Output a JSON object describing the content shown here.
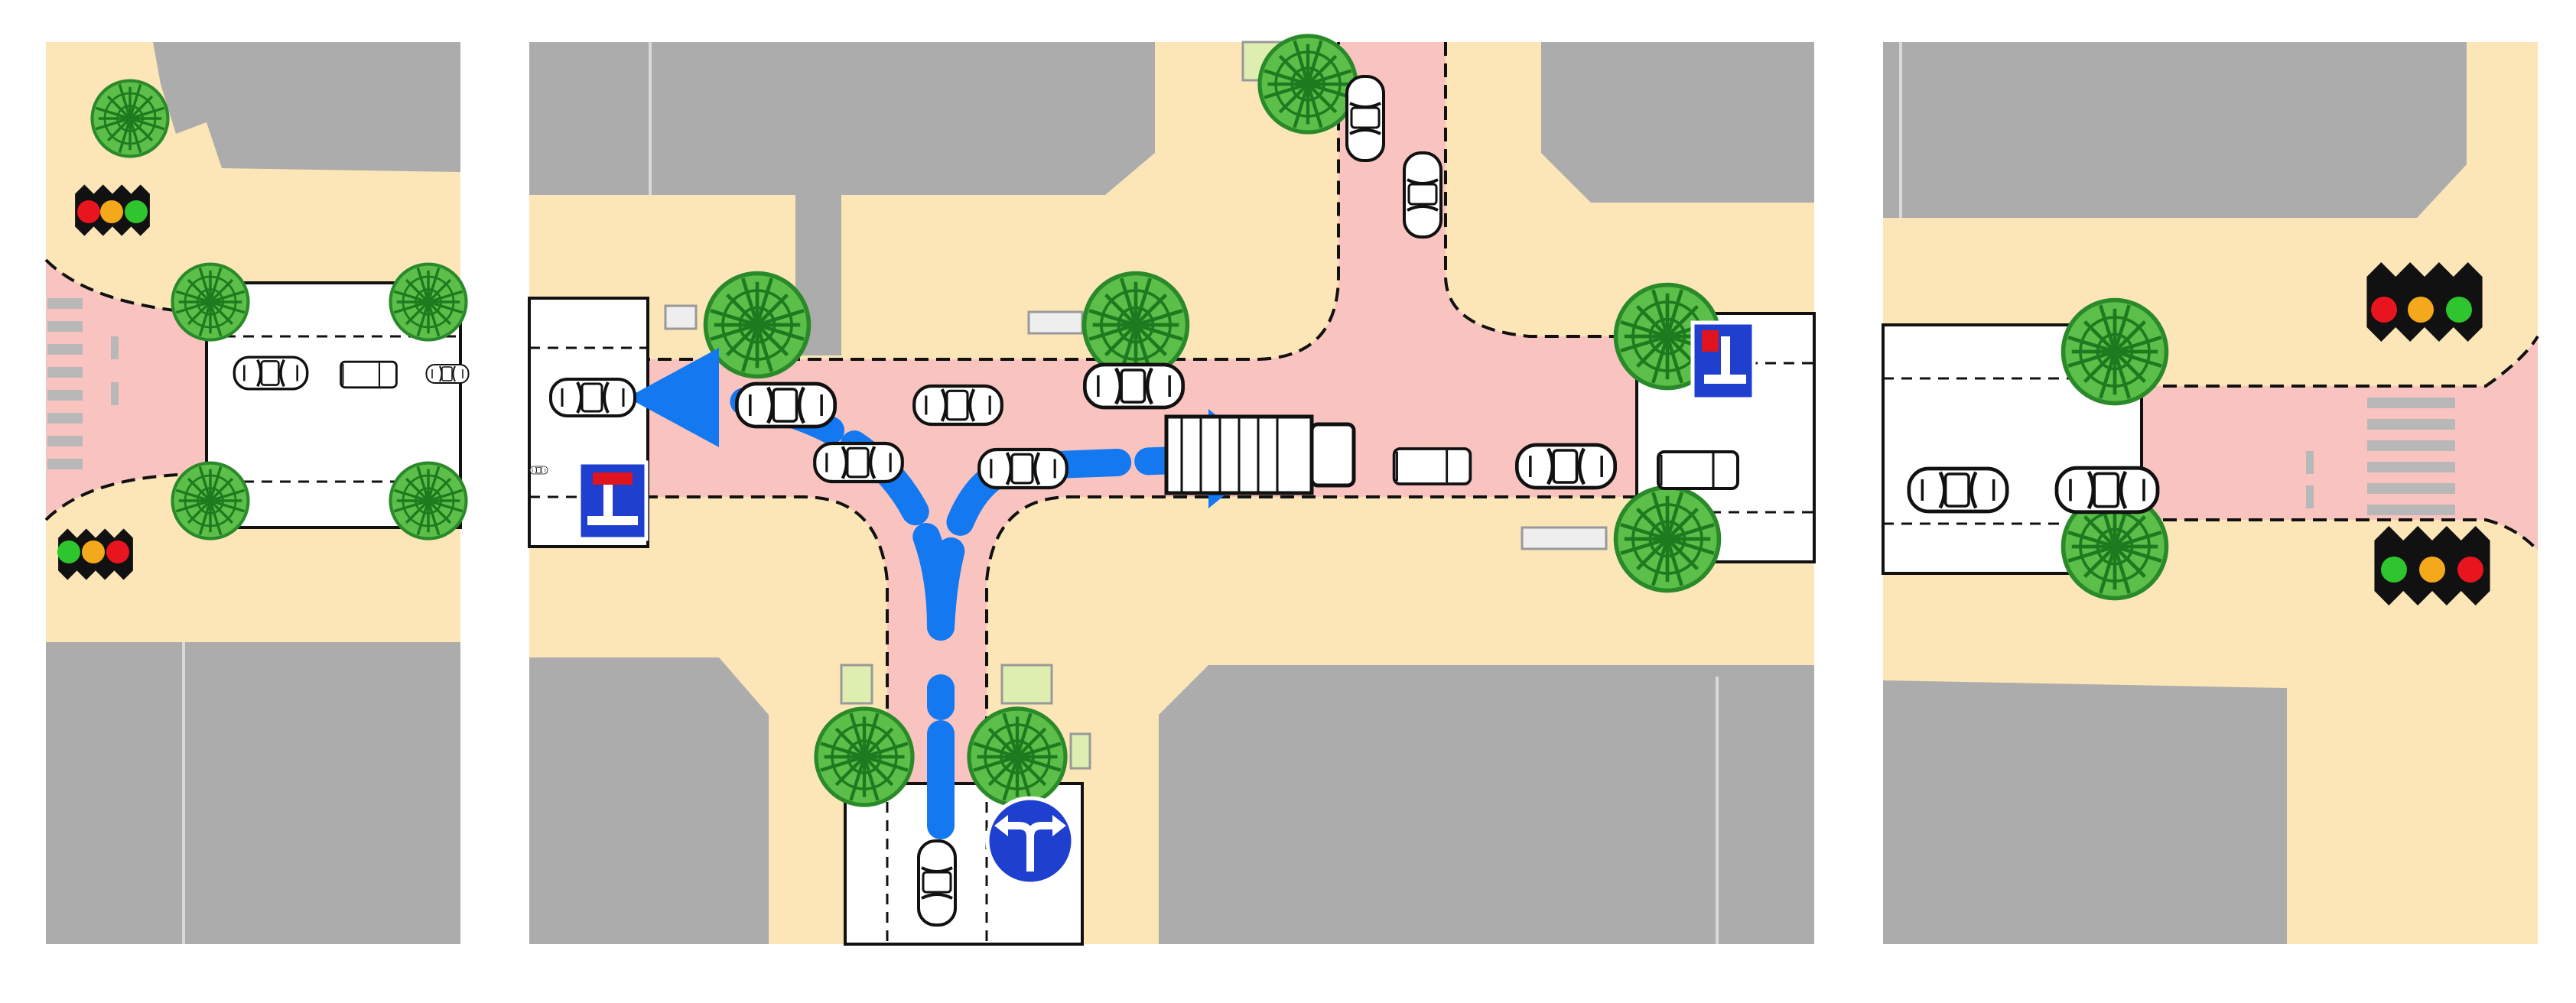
{
  "title": "",
  "panels": [
    {
      "id": "left",
      "description_name": "left-street-segment",
      "traffic_lights": [
        "red-yellow-green-horizontal",
        "green-yellow-red-horizontal"
      ]
    },
    {
      "id": "center",
      "description_name": "t-junction",
      "signs": [
        "dead-end-sign-left",
        "dead-end-sign-right",
        "turn-left-or-right-sign"
      ],
      "arrows": [
        "turn-left-arrow",
        "straight-right-arrow"
      ]
    },
    {
      "id": "right",
      "description_name": "right-street-segment",
      "traffic_lights": [
        "red-yellow-green-horizontal",
        "green-yellow-red-horizontal"
      ]
    }
  ],
  "colors": {
    "background": "#ffffff",
    "sidewalk": "#fce6b8",
    "intersection": "#f9c4c0",
    "road": "#ffffff",
    "building": "#acacac",
    "tree": "#2ea02e",
    "arrow": "#1478f0",
    "sign_blue": "#1f3fcf",
    "sign_red": "#e0141e",
    "light_red": "#e8141e",
    "light_yellow": "#f4a81c",
    "light_green": "#2ec52e",
    "light_housing": "#111111"
  },
  "icons": [
    "traffic-light-icon",
    "tree-icon",
    "car-icon",
    "truck-icon",
    "dead-end-sign-icon",
    "turn-sign-icon"
  ]
}
